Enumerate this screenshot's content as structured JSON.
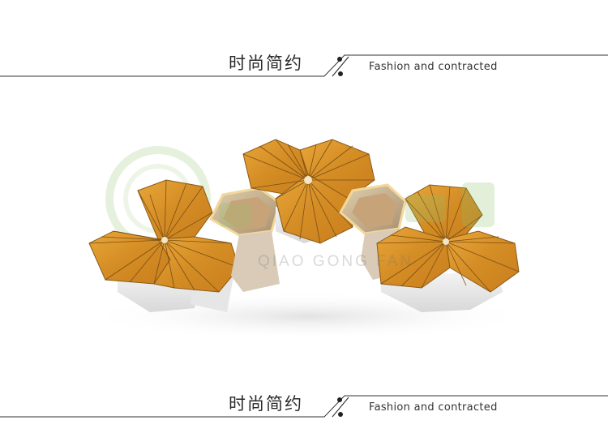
{
  "banners": [
    {
      "cn_title": "时尚简约",
      "en_title": "Fashion and contracted"
    },
    {
      "cn_title": "时尚简约",
      "en_title": "Fashion and contracted"
    }
  ],
  "product": {
    "name": "hexagonal-honeycomb-bench",
    "wood_color": "#d9962e",
    "metal_color": "#c9bca8",
    "base_color": "#efefef"
  },
  "watermark": {
    "text": "QIAO GONG FAN"
  }
}
